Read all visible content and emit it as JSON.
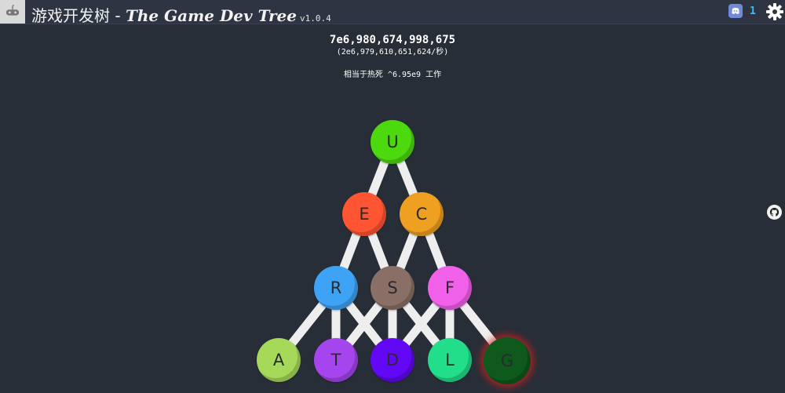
{
  "header": {
    "title_cn": "游戏开发树 - ",
    "title_en": "The Game Dev Tree",
    "version": "v1.0.4",
    "discord_count": "1"
  },
  "stats": {
    "points": "7e6,980,674,998,675",
    "rate": "(2e6,979,610,651,624/秒)",
    "heat_death": "相当于热死 ^6.95e9 工作"
  },
  "layers": {
    "U": {
      "label": "U",
      "color": "#4cd90e"
    },
    "E": {
      "label": "E",
      "color": "#ff5533"
    },
    "C": {
      "label": "C",
      "color": "#f0a020"
    },
    "R": {
      "label": "R",
      "color": "#3fa3f5"
    },
    "S": {
      "label": "S",
      "color": "#8a6f66"
    },
    "F": {
      "label": "F",
      "color": "#f060e8"
    },
    "A": {
      "label": "A",
      "color": "#a6d85a"
    },
    "T": {
      "label": "T",
      "color": "#a545ee"
    },
    "D": {
      "label": "D",
      "color": "#6208f5"
    },
    "L": {
      "label": "L",
      "color": "#22dd8a"
    },
    "G": {
      "label": "G",
      "color": "#0d5a1c"
    }
  },
  "icons": {
    "logo": "controller-logo-icon",
    "discord": "discord-icon",
    "settings": "gear-icon",
    "side": "github-icon"
  }
}
